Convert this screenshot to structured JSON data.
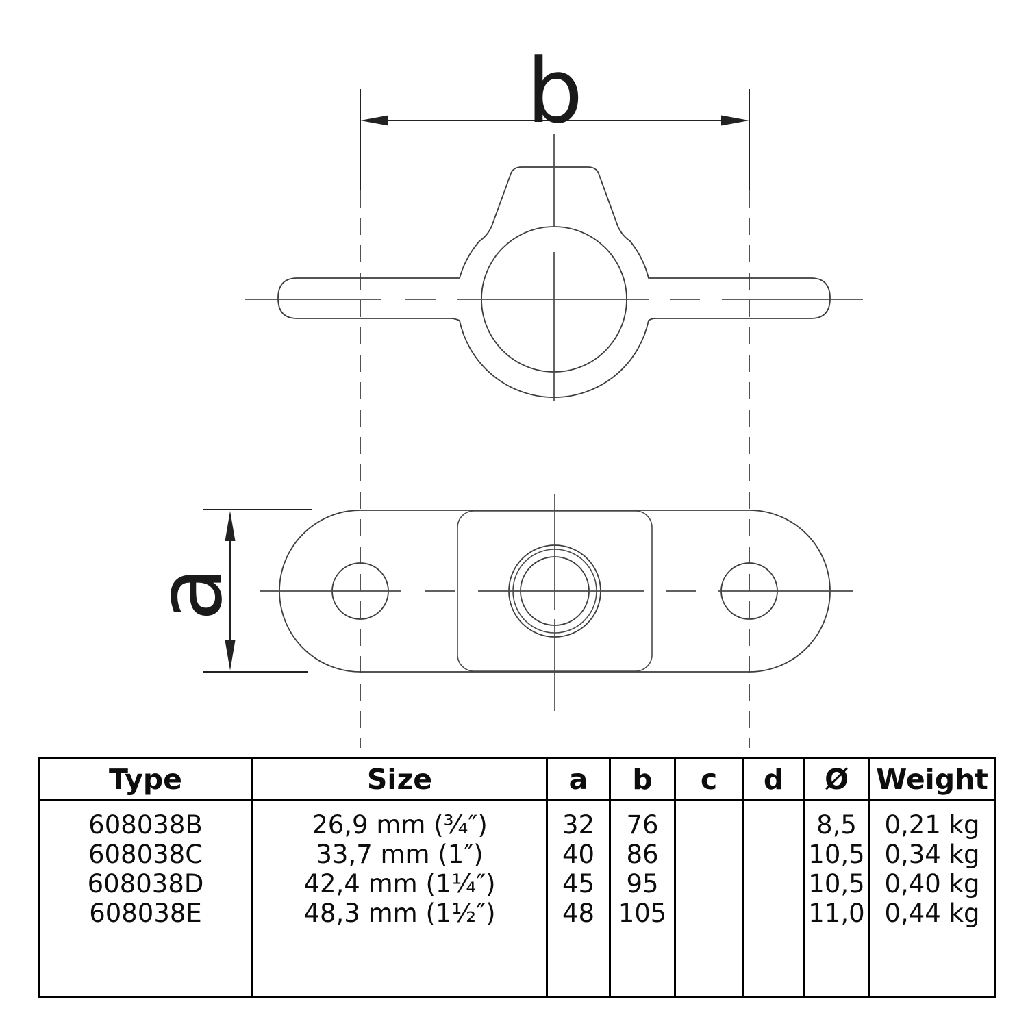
{
  "drawing": {
    "dimension_labels": {
      "b": "b",
      "a": "a"
    }
  },
  "table": {
    "headers": [
      "Type",
      "Size",
      "a",
      "b",
      "c",
      "d",
      "Ø",
      "Weight"
    ],
    "rows": [
      {
        "type": "608038B",
        "size": "26,9 mm (¾″)",
        "a": "32",
        "b": "76",
        "c": "",
        "d": "",
        "diameter": "8,5",
        "weight": "0,21 kg"
      },
      {
        "type": "608038C",
        "size": "33,7 mm (1″)",
        "a": "40",
        "b": "86",
        "c": "",
        "d": "",
        "diameter": "10,5",
        "weight": "0,34 kg"
      },
      {
        "type": "608038D",
        "size": "42,4 mm (1¼″)",
        "a": "45",
        "b": "95",
        "c": "",
        "d": "",
        "diameter": "10,5",
        "weight": "0,40 kg"
      },
      {
        "type": "608038E",
        "size": "48,3 mm (1½″)",
        "a": "48",
        "b": "105",
        "c": "",
        "d": "",
        "diameter": "11,0",
        "weight": "0,44 kg"
      }
    ]
  },
  "colors": {
    "background": "#ffffff",
    "drawing_line": "#3d3d3d",
    "dimension_line": "#222222",
    "table_border": "#000000",
    "text": "#0d0d0d"
  }
}
